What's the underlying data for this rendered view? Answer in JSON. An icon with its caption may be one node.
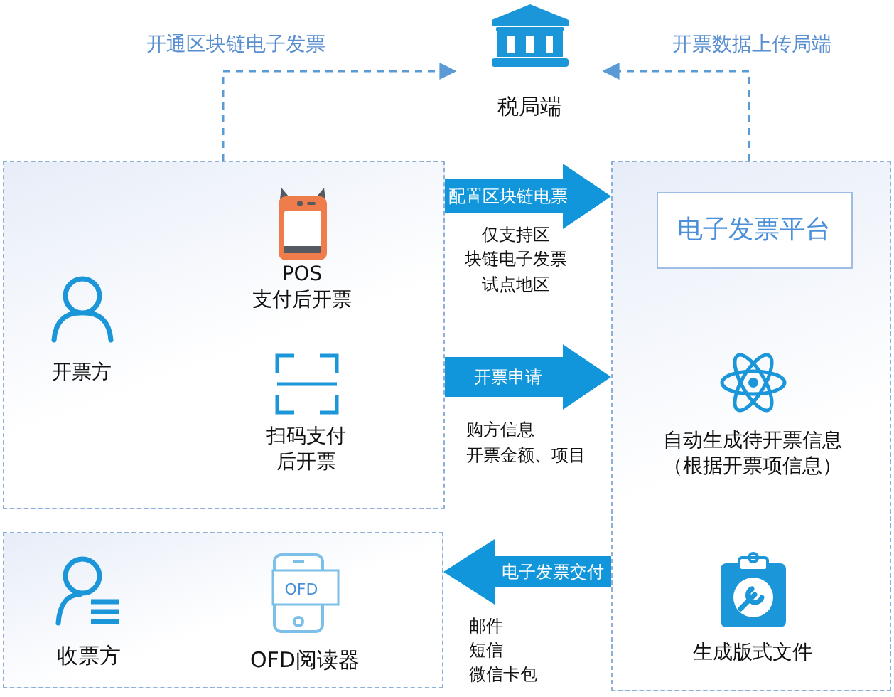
{
  "diagram": {
    "nodes": [
      {
        "text": [
          "税局端"
        ]
      },
      {
        "text": [],
        "shape": "box"
      },
      {
        "text": [
          "开票方"
        ],
        "in": 1
      },
      {
        "text": [
          "POS 支付后开票"
        ],
        "in": 1
      },
      {
        "text": [
          "扫码支付后开票"
        ],
        "in": 1
      },
      {
        "text": [],
        "shape": "box"
      },
      {
        "text": [
          "电子发票平台"
        ],
        "in": 5
      },
      {
        "text": [
          "自动生成待开票信息（根据开票项信息）"
        ],
        "in": 5
      },
      {
        "text": [
          "生成版式文件"
        ],
        "in": 5
      },
      {
        "text": [],
        "shape": "box"
      },
      {
        "text": [
          "收票方"
        ],
        "in": 9
      },
      {
        "text": [
          "OFD阅读器"
        ],
        "in": 9
      }
    ],
    "edges": [
      {
        "from": 1,
        "to": 0,
        "arrow": "to",
        "style": "dashed",
        "label": "开通区块链电子发票"
      },
      {
        "from": 5,
        "to": 0,
        "arrow": "to",
        "style": "dashed",
        "label": "开票数据上传局端"
      },
      {
        "from": 1,
        "to": 5,
        "arrow": "to",
        "style": "thick",
        "label": "配置区块链电票"
      },
      {
        "from": 1,
        "to": 5,
        "arrow": "to",
        "style": "thick",
        "label": "开票申请"
      },
      {
        "from": 5,
        "to": 9,
        "arrow": "to",
        "style": "thick",
        "label": "电子发票交付"
      }
    ],
    "labels": [
      "仅支持区",
      "块链电子发票",
      "试点地区",
      "购方信息",
      "开票金额、项目",
      "OFD",
      "邮件",
      "短信",
      "微信卡包"
    ]
  }
}
